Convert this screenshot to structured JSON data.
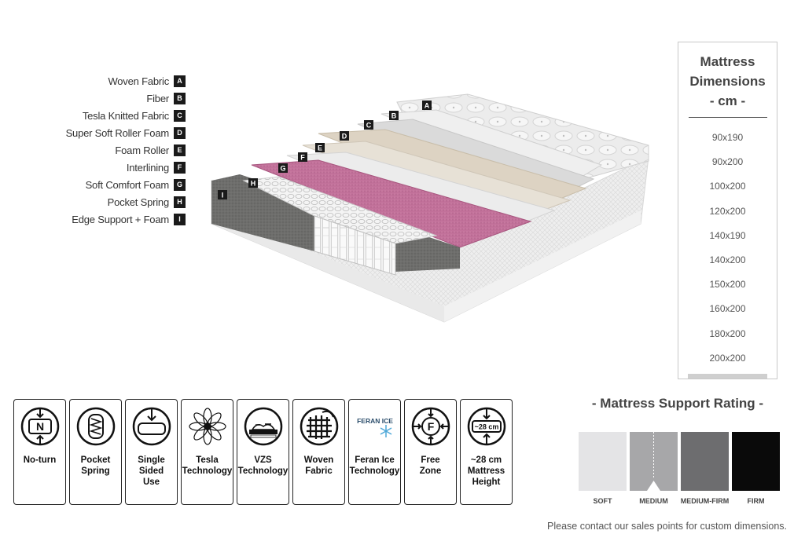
{
  "layers": [
    {
      "label": "Woven Fabric",
      "tag": "A"
    },
    {
      "label": "Fiber",
      "tag": "B"
    },
    {
      "label": "Tesla Knitted Fabric",
      "tag": "C"
    },
    {
      "label": "Super Soft Roller Foam",
      "tag": "D"
    },
    {
      "label": "Foam Roller",
      "tag": "E"
    },
    {
      "label": "Interlining",
      "tag": "F"
    },
    {
      "label": "Soft Comfort Foam",
      "tag": "G"
    },
    {
      "label": "Pocket Spring",
      "tag": "H"
    },
    {
      "label": "Edge Support + Foam",
      "tag": "I"
    }
  ],
  "dimensions": {
    "title_line1": "Mattress",
    "title_line2": "Dimensions",
    "title_line3": "- cm -",
    "sizes": [
      "90x190",
      "90x200",
      "100x200",
      "120x200",
      "140x190",
      "140x200",
      "150x200",
      "160x200",
      "180x200",
      "200x200"
    ]
  },
  "features": [
    {
      "label1": "No-turn",
      "label2": "",
      "label3": "",
      "icon": "no-turn-icon"
    },
    {
      "label1": "Pocket",
      "label2": "Spring",
      "label3": "",
      "icon": "pocket-spring-icon"
    },
    {
      "label1": "Single Sided",
      "label2": "Use",
      "label3": "",
      "icon": "single-sided-icon"
    },
    {
      "label1": "Tesla",
      "label2": "Technology",
      "label3": "",
      "icon": "tesla-flower-icon"
    },
    {
      "label1": "VZS",
      "label2": "Technology",
      "label3": "",
      "icon": "vzs-icon"
    },
    {
      "label1": "Woven",
      "label2": "Fabric",
      "label3": "",
      "icon": "woven-fabric-icon"
    },
    {
      "label1": "Feran Ice",
      "label2": "Technology",
      "label3": "",
      "icon": "feran-ice-icon",
      "icon_text": "FERAN ICE"
    },
    {
      "label1": "Free",
      "label2": "Zone",
      "label3": "",
      "icon": "free-zone-icon",
      "icon_text": "F"
    },
    {
      "label1": "~28 cm",
      "label2": "Mattress",
      "label3": "Height",
      "icon": "height-icon",
      "icon_text": "~28 cm"
    }
  ],
  "icon_text": {
    "no_turn": "N"
  },
  "rating": {
    "title": "- Mattress Support Rating -",
    "levels": [
      {
        "label": "SOFT",
        "color": "#e4e4e6"
      },
      {
        "label": "MEDIUM",
        "color": "#a7a7a9"
      },
      {
        "label": "MEDIUM-FIRM",
        "color": "#6d6d6f"
      },
      {
        "label": "FIRM",
        "color": "#0a0a0a"
      }
    ],
    "selected": "MEDIUM"
  },
  "note": "Please contact our sales points for custom dimensions."
}
